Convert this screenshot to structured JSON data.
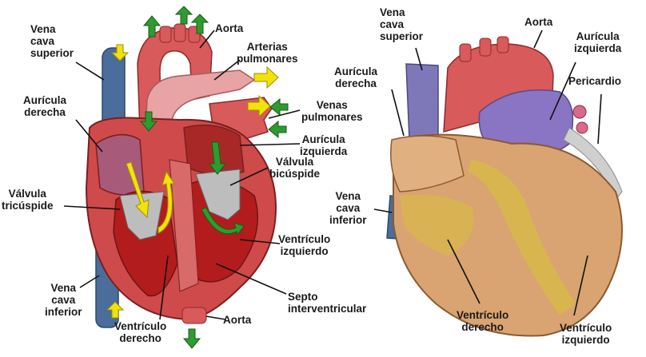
{
  "left_diagram": {
    "labels": {
      "vena_cava_superior": [
        "Vena",
        "cava",
        "superior"
      ],
      "aorta_top": "Aorta",
      "arterias_pulmonares": [
        "Arterias",
        "pulmonares"
      ],
      "auricula_derecha": [
        "Aurícula",
        "derecha"
      ],
      "venas_pulmonares": [
        "Venas",
        "pulmonares"
      ],
      "auricula_izquierda": [
        "Aurícula",
        "izquierda"
      ],
      "valvula_bicuspide": [
        "Válvula",
        "bicúspide"
      ],
      "valvula_tricuspide": [
        "Válvula",
        "tricúspide"
      ],
      "ventriculo_izquierdo": [
        "Ventrículo",
        "izquierdo"
      ],
      "septo_interventricular": [
        "Septo",
        "interventricular"
      ],
      "vena_cava_inferior": [
        "Vena",
        "cava",
        "inferior"
      ],
      "ventriculo_derecho": [
        "Ventrículo",
        "derecho"
      ],
      "aorta_bottom": "Aorta"
    }
  },
  "right_diagram": {
    "labels": {
      "vena_cava_superior": [
        "Vena",
        "cava",
        "superior"
      ],
      "aorta": "Aorta",
      "auricula_izquierda": [
        "Aurícula",
        "izquierda"
      ],
      "auricula_derecha": [
        "Aurícula",
        "derecha"
      ],
      "pericardio": "Pericardio",
      "vena_cava_inferior": [
        "Vena",
        "cava",
        "inferior"
      ],
      "ventriculo_derecho": [
        "Ventrículo",
        "derecho"
      ],
      "ventriculo_izquierdo": [
        "Ventrículo",
        "izquierdo"
      ]
    }
  },
  "colors": {
    "vein_blue": "#4a6d9c",
    "artery_red": "#d85a5a",
    "heart_dark_red": "#b31c1c",
    "pulmonary_pink": "#e8a4a4",
    "valve_gray": "#bdbdbd",
    "arrow_green": "#2e9b2e",
    "arrow_yellow": "#f2e20c",
    "exterior_tan": "#d9a472",
    "exterior_yellow": "#d8b84a",
    "atrium_purple": "#8a74c4"
  }
}
